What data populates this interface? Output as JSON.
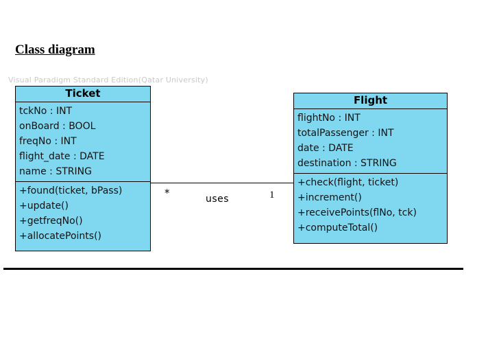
{
  "document": {
    "title": "Class diagram",
    "watermark": "Visual Paradigm Standard Edition(Qatar University)"
  },
  "diagram": {
    "type": "uml-class-diagram",
    "fill_color": "#80D8F0",
    "border_color": "#000000",
    "classes": [
      {
        "name": "Ticket",
        "attributes": [
          "tckNo : INT",
          "onBoard : BOOL",
          "freqNo : INT",
          "flight_date : DATE",
          "name : STRING"
        ],
        "operations": [
          "+found(ticket, bPass)",
          "+update()",
          "+getfreqNo()",
          "+allocatePoints()"
        ]
      },
      {
        "name": "Flight",
        "attributes": [
          "flightNo : INT",
          "totalPassenger : INT",
          "date : DATE",
          "destination : STRING"
        ],
        "operations": [
          "+check(flight, ticket)",
          "+increment()",
          "+receivePoints(flNo, tck)",
          "+computeTotal()"
        ]
      }
    ],
    "association": {
      "label": "uses",
      "source_multiplicity": "*",
      "target_multiplicity": "1",
      "source": "Ticket",
      "target": "Flight"
    }
  }
}
